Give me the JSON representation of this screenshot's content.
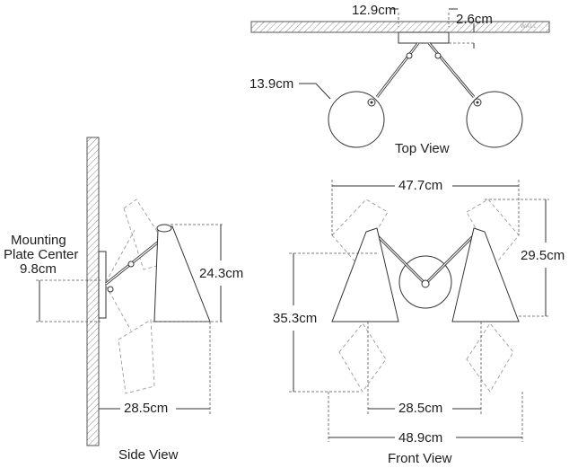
{
  "views": {
    "top": "Top View",
    "side": "Side View",
    "front": "Front View"
  },
  "wall_tag": "WALL",
  "top_view": {
    "plate_width": "12.9cm",
    "plate_depth": "2.6cm",
    "shade_diameter": "13.9cm"
  },
  "side_view": {
    "mount_label_line1": "Mounting",
    "mount_label_line2": "Plate Center",
    "mount_center_height": "9.8cm",
    "shade_height": "24.3cm",
    "extension": "28.5cm"
  },
  "front_view": {
    "overall_width_upper": "47.7cm",
    "shade_height": "29.5cm",
    "overall_height": "35.3cm",
    "inner_width": "28.5cm",
    "overall_width_lower": "48.9cm"
  },
  "colors": {
    "line": "#2a2a2a",
    "dash": "#6a6a6a",
    "ghost": "#9a9a9a",
    "wall_hatch": "#8a8a8a"
  }
}
